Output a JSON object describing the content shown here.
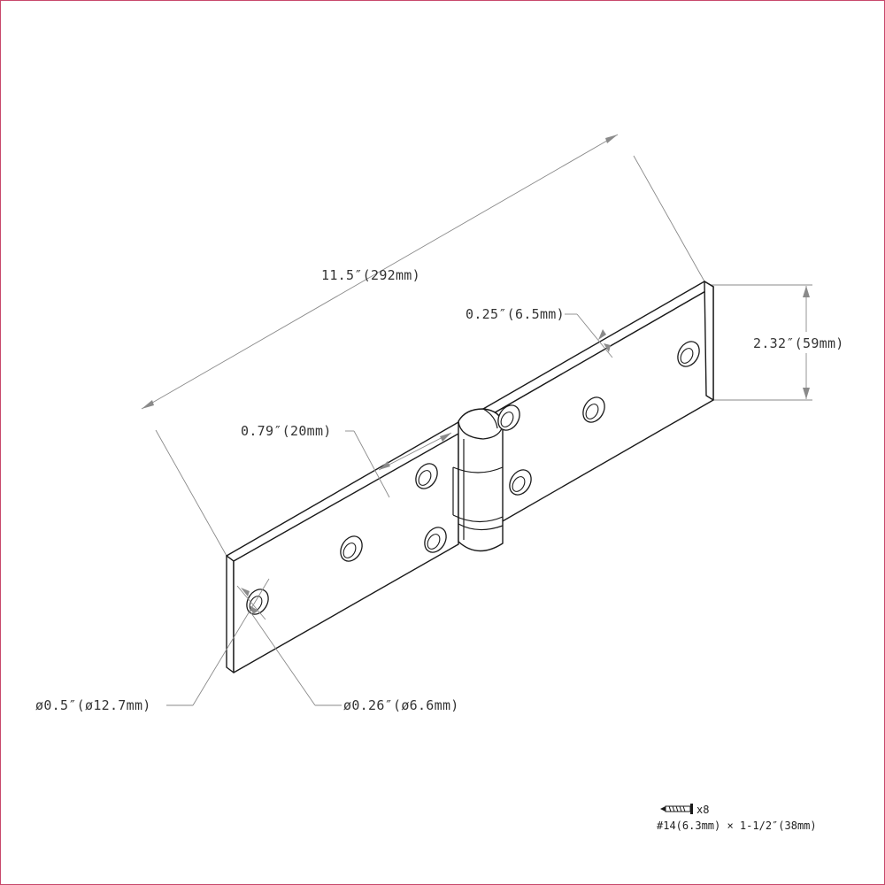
{
  "colors": {
    "frame_border": "#c8486b",
    "line": "#1a1a1a",
    "dimension": "#8a8a8a"
  },
  "dimensions": {
    "length": "11.5″(292mm)",
    "thickness": "0.25″(6.5mm)",
    "width": "2.32″(59mm)",
    "knuckle": "0.79″(20mm)",
    "countersink_diameter": "ø0.5″(ø12.7mm)",
    "hole_diameter": "ø0.26″(ø6.6mm)"
  },
  "hardware": {
    "icon": "screw-icon",
    "quantity": "x8",
    "spec": "#14(6.3mm) × 1-1/2″(38mm)"
  }
}
